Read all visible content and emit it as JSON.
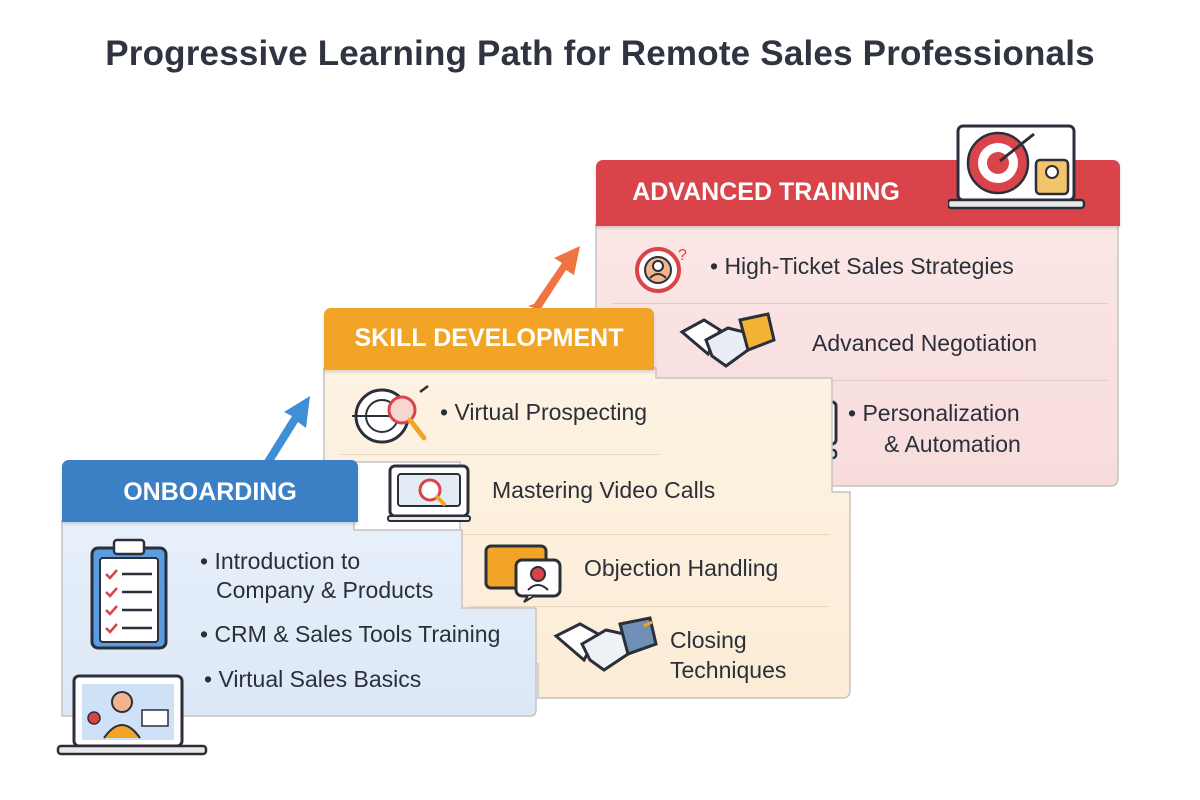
{
  "title": "Progressive Learning Path for Remote Sales Professionals",
  "colors": {
    "onboarding": "#3b7fc4",
    "skill": "#f2a427",
    "advanced": "#d9434a",
    "arrow_blue": "#3f8fd6",
    "arrow_orange": "#ef7442"
  },
  "stages": {
    "onboarding": {
      "label": "ONBOARDING",
      "items": {
        "intro_line1": "• Introduction to",
        "intro_line2": "Company & Products",
        "crm": "• CRM & Sales Tools Training",
        "virtual": "• Virtual Sales Basics"
      },
      "icons": [
        "clipboard-checklist-icon",
        "laptop-video-presenter-icon"
      ]
    },
    "skill": {
      "label": "SKILL DEVELOPMENT",
      "items": {
        "prospecting": "• Virtual Prospecting",
        "video_calls": "Mastering Video Calls",
        "objection": "Objection Handling",
        "closing_line1": "Closing",
        "closing_line2": "Techniques"
      },
      "icons": [
        "target-magnifier-icon",
        "video-call-screen-icon",
        "chat-person-icon",
        "handshake-icon"
      ]
    },
    "advanced": {
      "label": "ADVANCED TRAINING",
      "items": {
        "high_ticket": "• High-Ticket Sales Strategies",
        "negotiation": "Advanced Negotiation",
        "personalization_line1": "• Personalization",
        "personalization_line2": "& Automation"
      },
      "icons": [
        "target-laptop-icon",
        "target-person-icon",
        "handshake-gold-icon",
        "devices-automation-icon"
      ]
    }
  }
}
